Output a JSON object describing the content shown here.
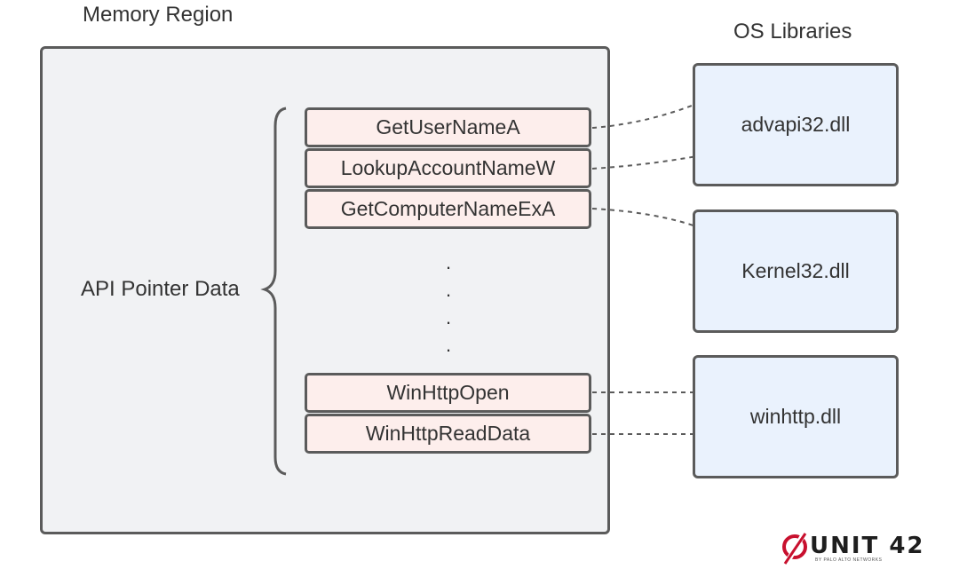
{
  "memory_region": {
    "title": "Memory Region",
    "group_label": "API Pointer Data",
    "api_entries": [
      {
        "name": "GetUserNameA"
      },
      {
        "name": "LookupAccountNameW"
      },
      {
        "name": "GetComputerNameExA"
      },
      {
        "name": "WinHttpOpen"
      },
      {
        "name": "WinHttpReadData"
      }
    ],
    "ellipsis": "."
  },
  "os_libraries": {
    "title": "OS Libraries",
    "libraries": [
      {
        "name": "advapi32.dll"
      },
      {
        "name": "Kernel32.dll"
      },
      {
        "name": "winhttp.dll"
      }
    ]
  },
  "edges": [
    {
      "from": "GetUserNameA",
      "to": "advapi32.dll"
    },
    {
      "from": "LookupAccountNameW",
      "to": "advapi32.dll"
    },
    {
      "from": "GetComputerNameExA",
      "to": "Kernel32.dll"
    },
    {
      "from": "WinHttpOpen",
      "to": "winhttp.dll"
    },
    {
      "from": "WinHttpReadData",
      "to": "winhttp.dll"
    }
  ],
  "logo": {
    "text": "UNIT 42",
    "subtext": "BY PALO ALTO NETWORKS",
    "accent_color": "#c8102e"
  },
  "colors": {
    "memory_fill": "#f1f2f4",
    "api_fill": "#fdeeec",
    "library_fill": "#eaf2fd",
    "stroke": "#5b5b5b"
  }
}
